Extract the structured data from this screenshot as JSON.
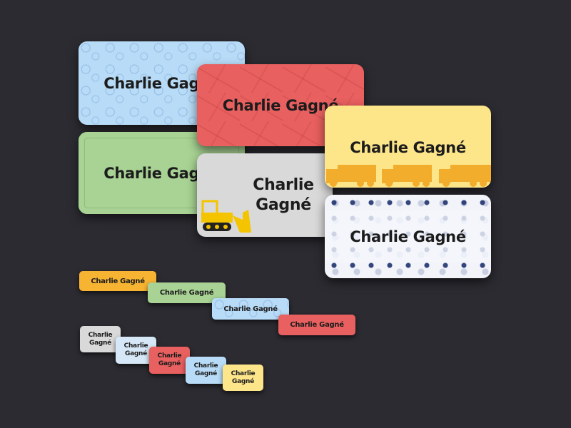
{
  "name": "Charlie Gagné",
  "name_line1": "Charlie",
  "name_line2": "Gagné",
  "colors": {
    "background": "#2b2b31",
    "blue": "#b8dcf7",
    "red": "#e8605f",
    "green": "#a8d394",
    "gray": "#d9d9d9",
    "yellow": "#fde58a",
    "orange": "#f7b432"
  },
  "labels": {
    "large": [
      "motorcycles-blue",
      "tractors-green",
      "firetrucks-red",
      "bulldozer-gray",
      "trucks-yellow",
      "cars-white"
    ],
    "small": [
      "trucks-orange",
      "tractors-green",
      "motorcycles-blue",
      "plain-red"
    ],
    "square": [
      "bulldozer-gray",
      "cars-lightblue",
      "plain-red",
      "motorcycles-blue",
      "plain-yellow"
    ]
  }
}
